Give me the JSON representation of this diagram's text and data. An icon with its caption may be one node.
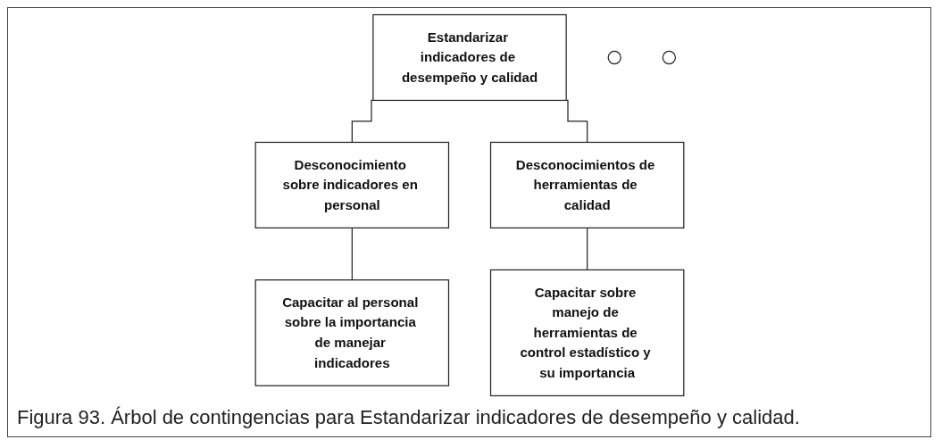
{
  "diagram": {
    "caption": "Figura 93. Árbol de contingencias para Estandarizar indicadores de desempeño y calidad.",
    "nodes": [
      {
        "text": [
          "Estandarizar indicadores de desempeño y calidad"
        ]
      },
      {
        "text": [
          "Desconocimiento sobre indicadores en personal"
        ]
      },
      {
        "text": [
          "Desconocimientos de herramientas de calidad"
        ]
      },
      {
        "text": [],
        "shape": "circle"
      },
      {
        "text": [
          "Capacitar al personal sobre la importancia de manejar indicadores"
        ]
      },
      {
        "text": [],
        "shape": "circle"
      },
      {
        "text": [
          "Capacitar sobre manejo de herramientas de control estadístico y su importancia"
        ]
      }
    ],
    "edges": [
      {
        "from": 0,
        "to": 1,
        "arrow": "none"
      },
      {
        "from": 0,
        "to": 2,
        "arrow": "none"
      },
      {
        "from": 1,
        "to": 4,
        "arrow": "none"
      },
      {
        "from": 2,
        "to": 6,
        "arrow": "none"
      }
    ]
  }
}
